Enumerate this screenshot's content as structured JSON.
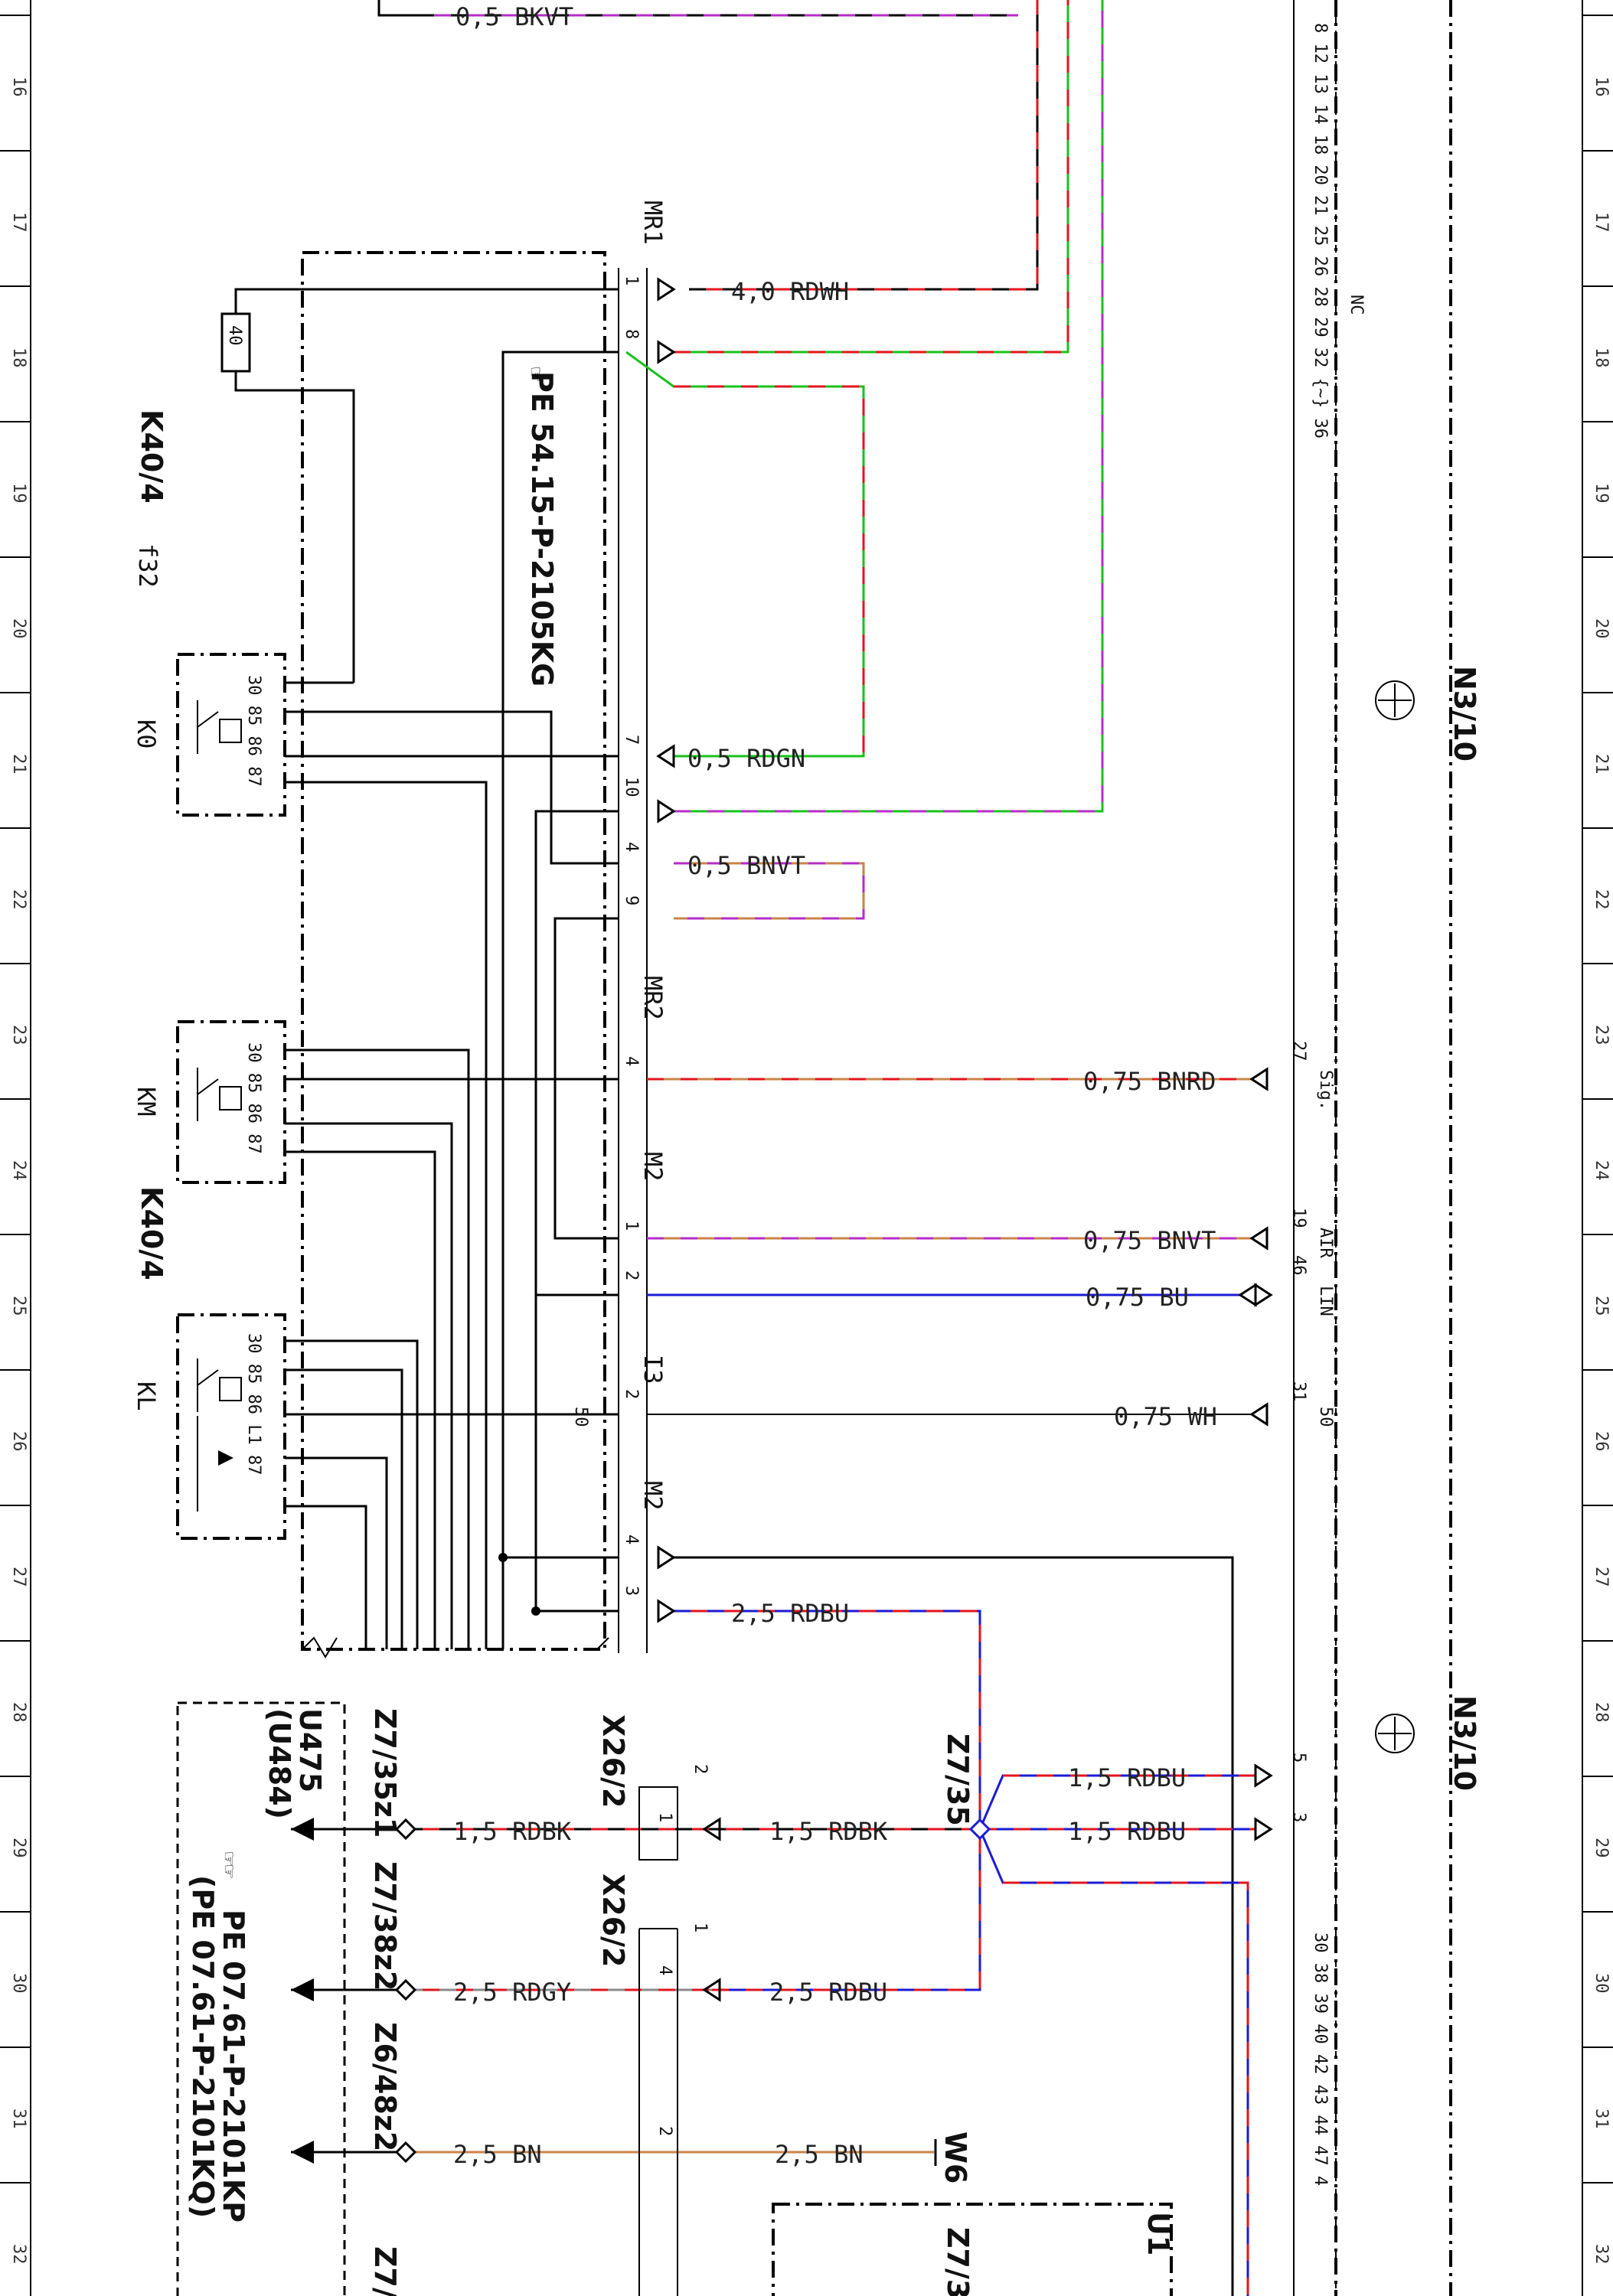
{
  "frame": {
    "row_numbers": [
      "16",
      "17",
      "18",
      "19",
      "20",
      "21",
      "22",
      "23",
      "24",
      "25",
      "26",
      "27",
      "28",
      "29",
      "30",
      "31",
      "32"
    ]
  },
  "components": {
    "k40_4_top": "K40/4",
    "k40_4_bottom": "K40/4",
    "fuse_ref": "f32",
    "fuse_value": "40",
    "relay_k0": "K0",
    "relay_km": "KM",
    "relay_kl": "KL",
    "relay_k0_pins": "30 85 86 87",
    "relay_km_pins": "30 85 86 87",
    "relay_kl_pins": "30 85 86 L1 87",
    "pe_ref": "PE 54.15-P-2105KG",
    "n3_10_top": "N3/10",
    "n3_10_bottom": "N3/10",
    "z7_35": "Z7/35",
    "x26_2_a": "X26/2",
    "x26_2_b": "X26/2",
    "u475": "U475",
    "u484": "(U484)",
    "z7_35z1": "Z7/35z1",
    "z7_38z2": "Z7/38z2",
    "z6_48z2": "Z6/48z2",
    "z7_partial_a": "Z7/",
    "z7_partial_b": "Z7/3",
    "pe_kp": "PE 07.61-P-2101KP",
    "pe_kq": "(PE 07.61-P-2101KQ)",
    "w6": "W6",
    "u1": "U1",
    "nc": "NC"
  },
  "connectors": {
    "mr1": "MR1",
    "mr2": "MR2",
    "m2_a": "M2",
    "i3": "I3",
    "m2_b": "M2"
  },
  "pins": {
    "mr1_1": "1",
    "mr1_8": "8",
    "mr1_7": "7",
    "mr1_10": "10",
    "mr1_4": "4",
    "mr1_9": "9",
    "mr2_4": "4",
    "m2_1": "1",
    "m2_2": "2",
    "i3_2": "2",
    "i3_50": "50",
    "m2b_4": "4",
    "m2b_3": "3",
    "n3_27": "27",
    "n3_sig": "Sig.",
    "n3_19": "19",
    "n3_air": "AIR",
    "n3_46": "46",
    "n3_lin": "LIN",
    "n3_31": "31",
    "n3_50": "50",
    "n3_5": "5",
    "n3_3": "3",
    "x26_top_2": "2",
    "x26_top_1": "1",
    "x26_bot_1": "1",
    "x26_bot_4": "4",
    "x26_bot_2": "2",
    "bus_top": "8 12 13 14 18 20 21 25 26 28 29 32 {~} 36",
    "bus_bottom": "30 38 39 40 42 43 44 47 4"
  },
  "wires": {
    "bkvt": "0,5 BKVT",
    "rdwh": "4,0 RDWH",
    "rdgn": "0,5 RDGN",
    "bnvt_05": "0,5 BNVT",
    "bnrd": "0,75 BNRD",
    "bnvt_075": "0,75 BNVT",
    "bu": "0,75 BU",
    "wh": "0,75 WH",
    "rdbu_25_top": "2,5 RDBU",
    "rdbu_15_a": "1,5 RDBU",
    "rdbu_15_b": "1,5 RDBU",
    "rdbk_left": "1,5 RDBK",
    "rdbk_right": "1,5 RDBK",
    "rdgy": "2,5 RDGY",
    "rdbu_25_bottom": "2,5 RDBU",
    "bn_left": "2,5 BN",
    "bn_right": "2,5 BN"
  },
  "colors": {
    "red": "#e3141c",
    "green": "#18c21c",
    "violet": "#b62cc9",
    "brown": "#c9844a",
    "blue": "#1b1bd6",
    "black": "#000000"
  }
}
